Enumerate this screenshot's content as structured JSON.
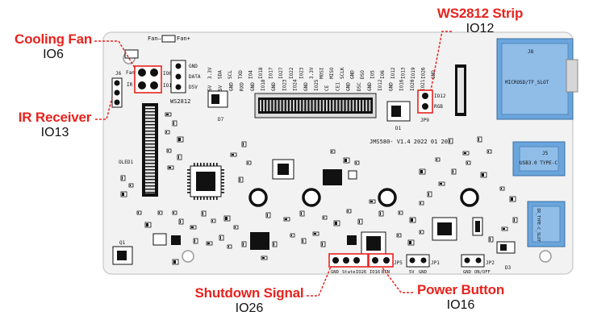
{
  "colors": {
    "board": "#efefef",
    "chip": "#111111",
    "accent": "#e8231e",
    "blue": "#6aa5dc",
    "pad": "#9a9a9a"
  },
  "callouts": {
    "cooling_fan": {
      "title": "Cooling Fan",
      "pin": "IO6"
    },
    "ir_receiver": {
      "title": "IR Receiver",
      "pin": "IO13"
    },
    "ws2812_strip": {
      "title": "WS2812 Strip",
      "pin": "IO12"
    },
    "shutdown_signal": {
      "title": "Shutdown Signal",
      "pin": "IO26"
    },
    "power_button": {
      "title": "Power Button",
      "pin": "IO16"
    }
  },
  "silkscreen": {
    "fan_minus": "Fan–",
    "fan_plus": "Fan+",
    "fan_label": "Fan",
    "ir_label": "IR",
    "io6": "IO6",
    "io13": "IO13",
    "j6": "J6",
    "ws_gnd": "GND",
    "ws_data": "DATA",
    "ws_d5v": "D5V",
    "ws_name": "WS2812",
    "d7": "D7",
    "d1": "D1",
    "oled": "OLED1",
    "board_id": "JMS580- V1.4 2022 01 20",
    "jp9": "JP9",
    "io12": "IO12",
    "rgb": "RGB",
    "jp5": "JP5",
    "jp1": "JP1",
    "jp2": "JP2",
    "d3": "D3",
    "q": "Q1",
    "bottom_gnd": "GND",
    "bottom_state": "State",
    "bottom_io26": "IO26",
    "bottom_io16": "IO16",
    "bottom_btn": "BTN",
    "jp1_5v": "5V",
    "jp1_gnd": "GND",
    "jp2_gnd": "GND",
    "jp2_onoff": "ON/OFF",
    "sd_slot": "MICROSD/TF_SLOT",
    "sd_j": "J8",
    "usbc_label": "J5",
    "usbc_text": "USB3.0 TYPE-C",
    "side_text": "IR_TYPE-C_SLOT"
  },
  "header_top": [
    "3.3V",
    "SDA",
    "SCL",
    "TXD",
    "IO4",
    "IO18",
    "IO17",
    "IO27",
    "IO22",
    "IO23",
    "3.3V",
    "MOSI",
    "MISO",
    "SCLK",
    "GND",
    "DSO",
    "IO5",
    "IO6",
    "IO12",
    "IO13",
    "IO19",
    "IO26",
    "GND"
  ],
  "header_bottom": [
    "5V",
    "5V",
    "GND",
    "RXD",
    "GND",
    "IO18",
    "GND",
    "IO23",
    "IO24",
    "GND",
    "IO25",
    "CE",
    "CE1",
    "GND",
    "DSC",
    "GND",
    "IO12",
    "GND",
    "IO16",
    "IO20",
    "IO21"
  ]
}
